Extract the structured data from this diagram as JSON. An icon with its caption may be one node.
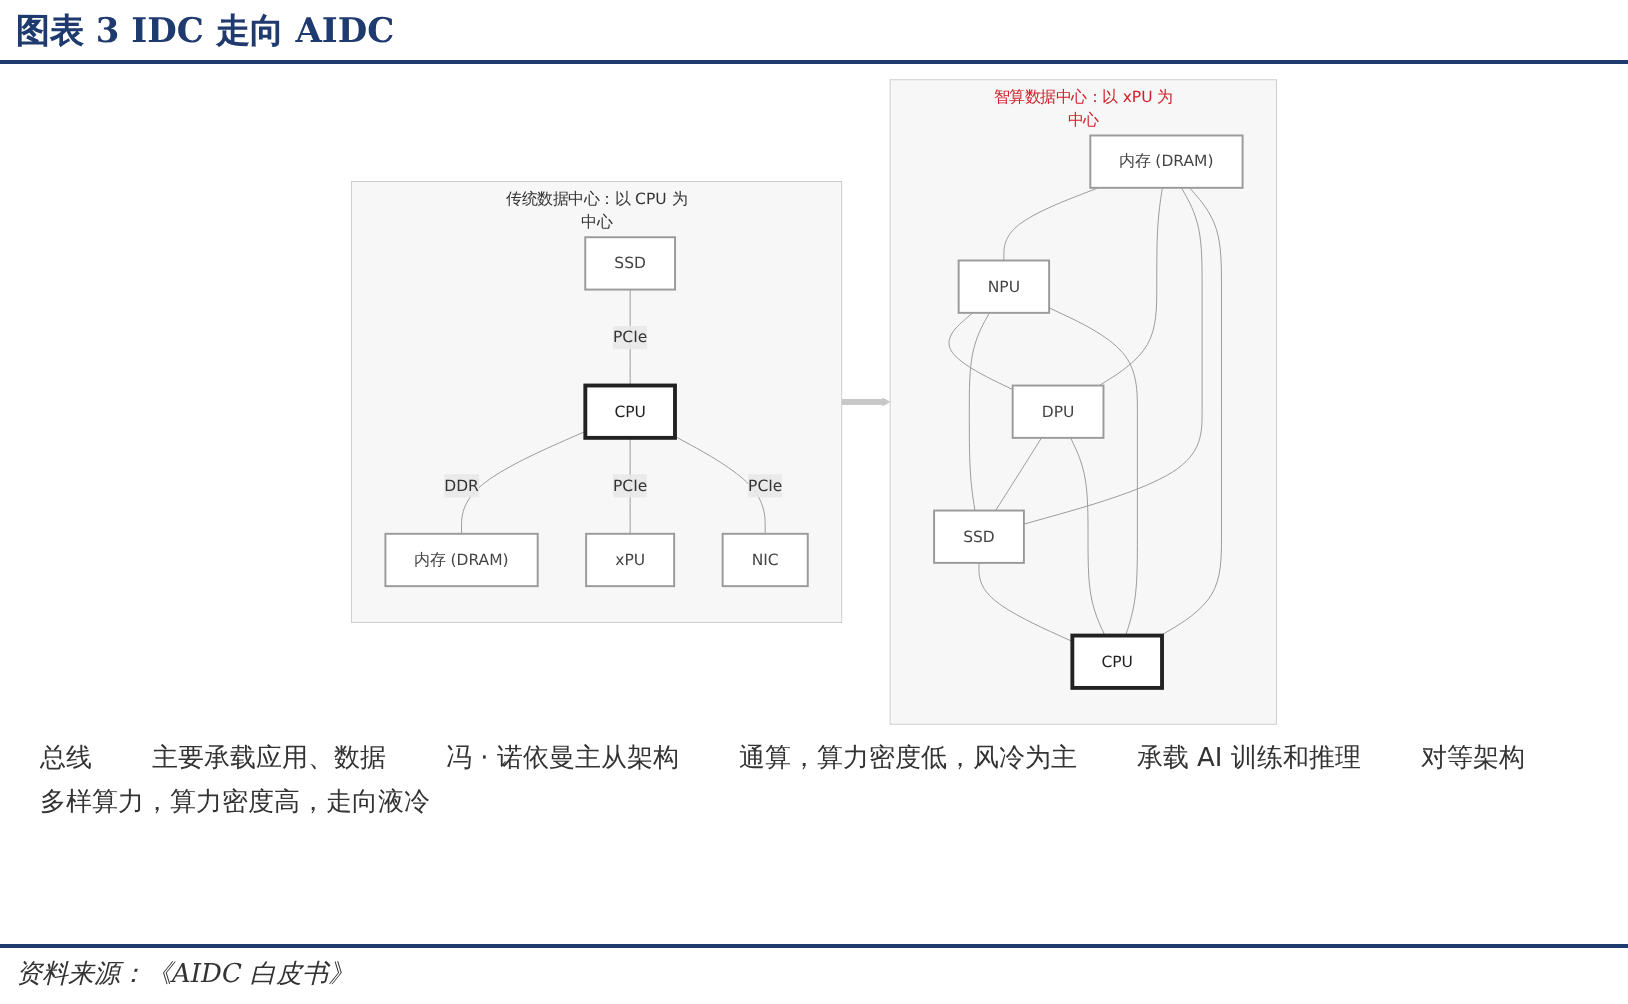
{
  "diagram": {
    "title": "图表 3 IDC 走向 AIDC",
    "caption": "资料来源：《AIDC 白皮书》",
    "nodes": [
      {
        "text": [
          "传统数据中心：以 CPU 为中心"
        ]
      },
      {
        "text": [
          "内存 (DRAM)"
        ],
        "in": 0
      },
      {
        "text": [
          "SSD"
        ],
        "in": 0
      },
      {
        "text": [
          "CPU"
        ],
        "in": 0
      },
      {
        "text": [
          "xPU"
        ],
        "in": 0
      },
      {
        "text": [
          "NIC"
        ],
        "in": 0
      },
      {
        "text": [
          "智算数据中心：以 xPU 为中心"
        ]
      },
      {
        "text": [
          "内存 (DRAM)"
        ],
        "in": 6
      },
      {
        "text": [
          "CPU"
        ],
        "in": 6
      },
      {
        "text": [
          "NPU"
        ],
        "in": 6
      },
      {
        "text": [
          "SSD"
        ],
        "in": 6
      },
      {
        "text": [
          "DPU"
        ],
        "in": 6
      }
    ],
    "edges": [
      {
        "from": 3,
        "to": 1,
        "arrow": "none",
        "label": "DDR"
      },
      {
        "from": 2,
        "to": 3,
        "arrow": "none",
        "label": "PCIe"
      },
      {
        "from": 3,
        "to": 4,
        "arrow": "none",
        "label": "PCIe"
      },
      {
        "from": 3,
        "to": 5,
        "arrow": "none",
        "label": "PCIe"
      },
      {
        "from": 0,
        "to": 6,
        "arrow": "to",
        "style": "thick",
        "color": "#c8c8c8"
      },
      {
        "from": 7,
        "to": 9,
        "arrow": "none"
      },
      {
        "from": 9,
        "to": 11,
        "arrow": "none"
      },
      {
        "from": 11,
        "to": 10,
        "arrow": "none"
      },
      {
        "from": 10,
        "to": 8,
        "arrow": "none"
      },
      {
        "from": 8,
        "to": 7,
        "arrow": "none"
      },
      {
        "from": 7,
        "to": 11,
        "arrow": "none"
      },
      {
        "from": 7,
        "to": 10,
        "arrow": "none"
      },
      {
        "from": 8,
        "to": 9,
        "arrow": "none"
      },
      {
        "from": 8,
        "to": 11,
        "arrow": "none"
      },
      {
        "from": 9,
        "to": 10,
        "arrow": "none"
      }
    ],
    "labels": [
      "总线",
      "主要承载应用、数据",
      "冯 · 诺依曼主从架构",
      "通算，算力密度低，风冷为主",
      "承载 AI 训练和推理",
      "对等架构",
      "多样算力，算力密度高，走向液冷"
    ]
  }
}
